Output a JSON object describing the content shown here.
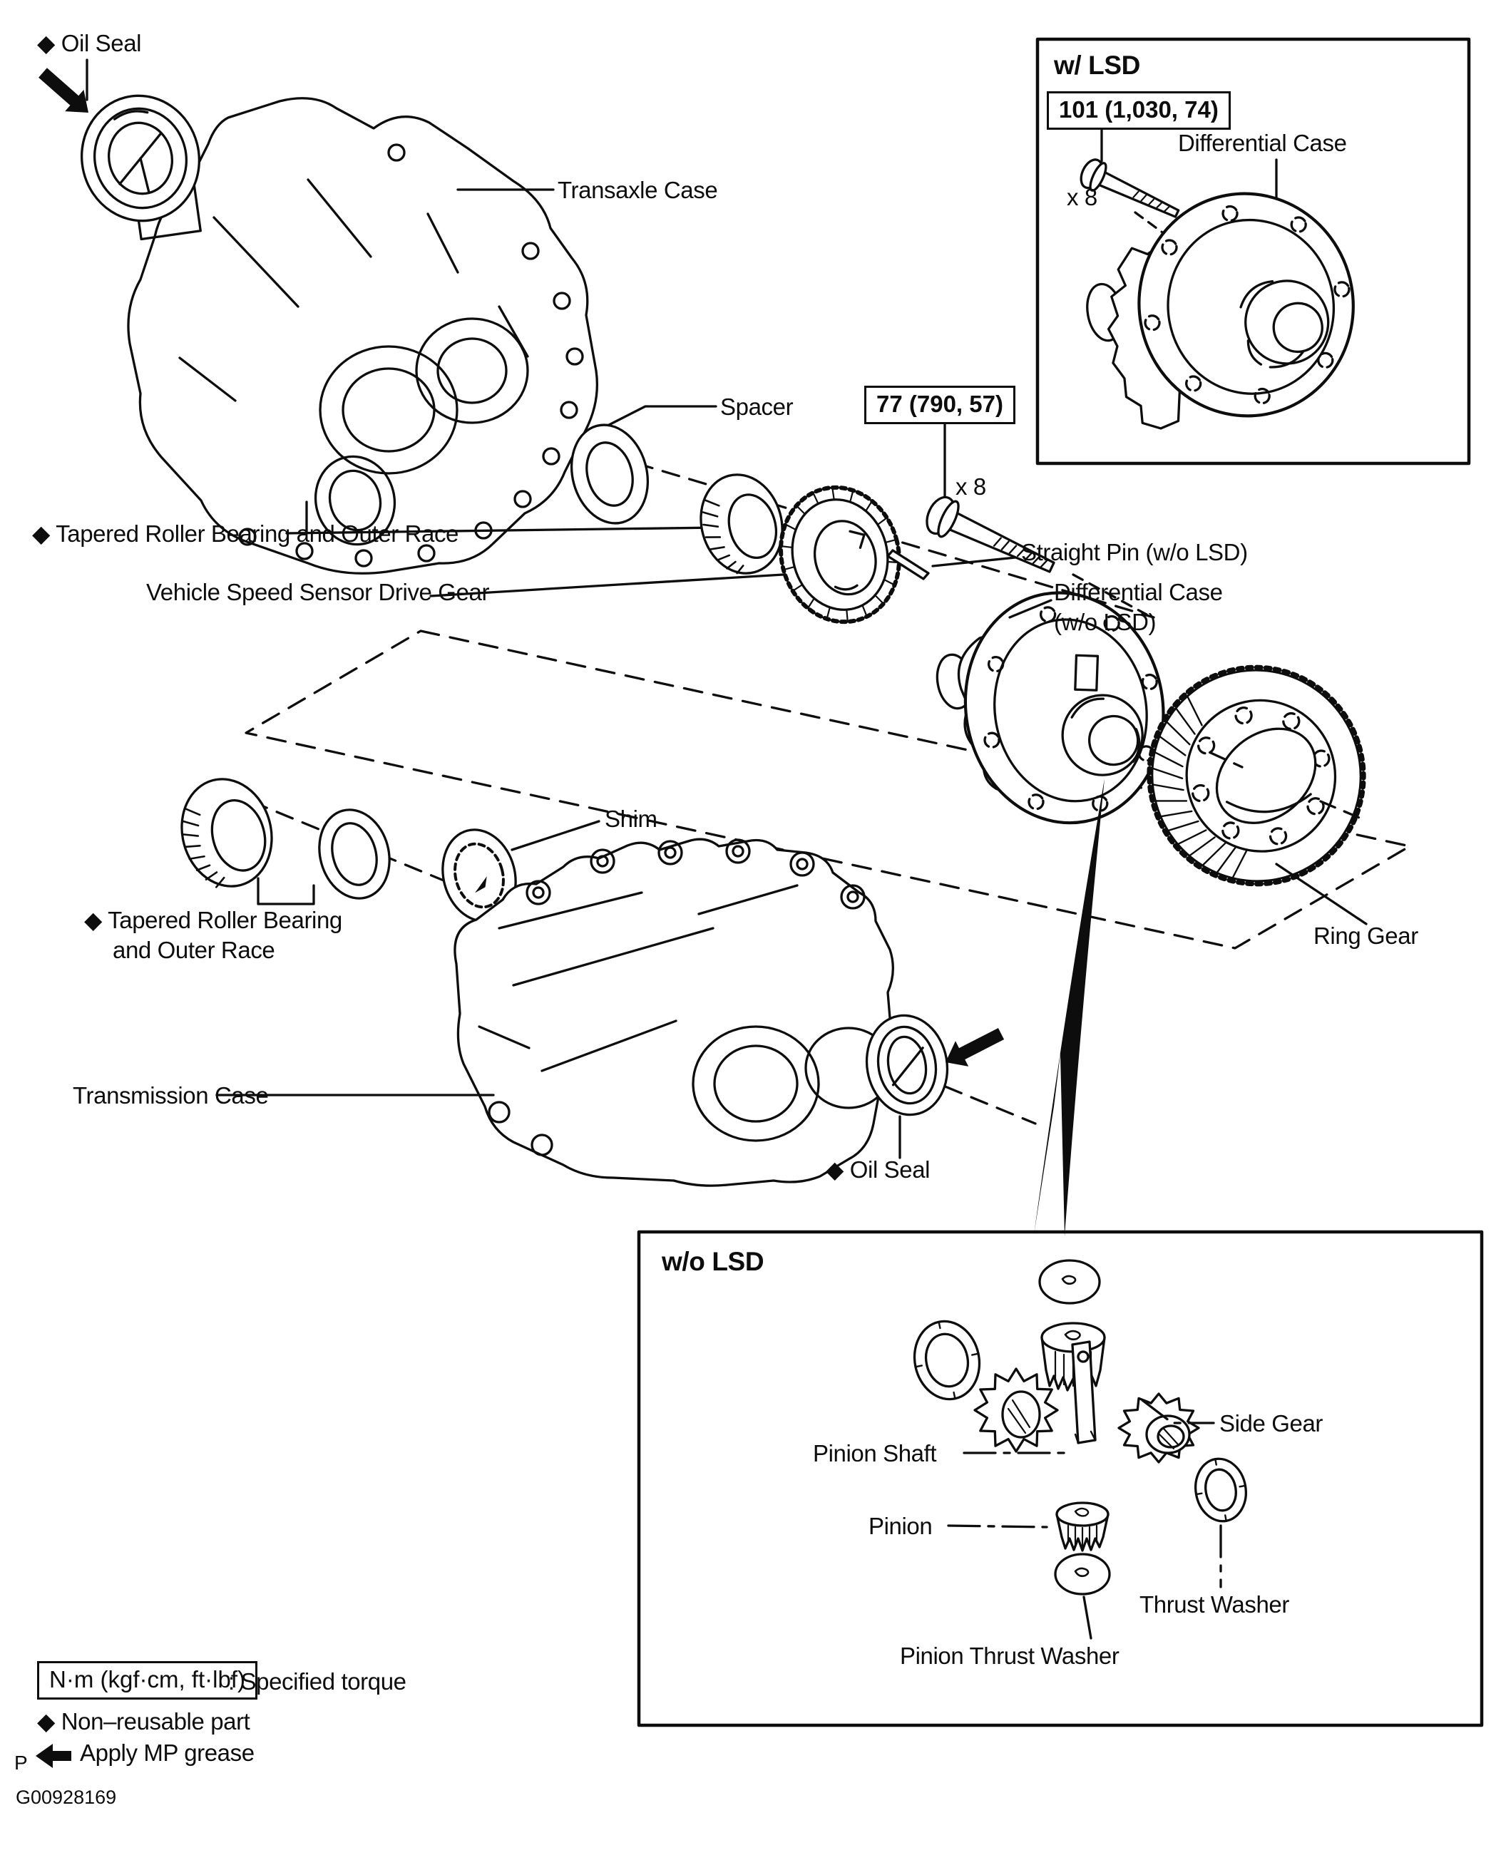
{
  "figure_code": "G00928169",
  "labels": {
    "oil_seal_top": "◆ Oil Seal",
    "transaxle_case": "Transaxle Case",
    "spacer": "Spacer",
    "bearing_top": "◆ Tapered Roller Bearing and Outer Race",
    "vss_drive_gear": "Vehicle Speed Sensor Drive Gear",
    "straight_pin": "Straight Pin (w/o LSD)",
    "diff_case_wo_lsd_1": "Differential Case",
    "diff_case_wo_lsd_2": "(w/o LSD)",
    "ring_gear": "Ring Gear",
    "bearing_bottom_1": "◆ Tapered Roller Bearing",
    "bearing_bottom_2": "and Outer Race",
    "shim": "Shim",
    "transmission_case": "Transmission Case",
    "oil_seal_bottom": "◆ Oil Seal"
  },
  "torque": {
    "main": {
      "value": "77 (790, 57)",
      "qty": "x 8"
    },
    "lsd": {
      "value": "101 (1,030, 74)",
      "qty": "x 8"
    }
  },
  "inset_lsd": {
    "title": "w/ LSD",
    "differential_case": "Differential Case"
  },
  "inset_no_lsd": {
    "title": "w/o LSD",
    "pinion_shaft": "Pinion Shaft",
    "pinion": "Pinion",
    "side_gear": "Side Gear",
    "thrust_washer": "Thrust Washer",
    "pinion_thrust_washer": "Pinion Thrust Washer"
  },
  "legend": {
    "torque_box": "N·m (kgf·cm, ft·lbf)",
    "torque_desc": ": Specified torque",
    "non_reusable": "◆ Non–reusable part",
    "grease_prefix": "P",
    "grease": "Apply MP grease"
  }
}
